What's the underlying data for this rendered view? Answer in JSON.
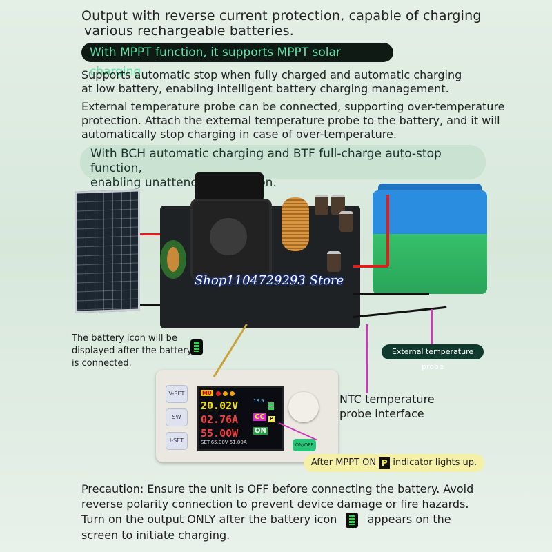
{
  "headline": [
    "Output with reverse current protection, capable of charging",
    "various rechargeable batteries."
  ],
  "mppt_pill": "With MPPT function, it supports MPPT solar charging",
  "auto_stop": [
    "Supports automatic stop when fully charged and automatic charging",
    "at low battery, enabling intelligent battery charging management."
  ],
  "temp_probe_text": [
    "External temperature probe can be connected, supporting over-temperature",
    "protection. Attach the external temperature probe to the battery, and it will",
    "automatically stop charging in case of over-temperature."
  ],
  "bch_pill": [
    "With BCH automatic charging and BTF full-charge auto-stop function,",
    "enabling unattended operation."
  ],
  "watermark": "Shop1104729293 Store",
  "battery_icon_note": [
    "The battery icon will be",
    "displayed after the battery",
    "is connected."
  ],
  "ext_probe_label": "External temperature probe",
  "ntc_label": [
    "NTC temperature",
    "probe interface"
  ],
  "controller": {
    "buttons": [
      "V-SET",
      "SW",
      "I-SET"
    ],
    "mode": "M0",
    "voltage": "20.02V",
    "current": "02.76A",
    "power": "55.00W",
    "cc_badge": "CC",
    "on_badge": "ON",
    "temp_value": "18.9",
    "set_line": "SET:65.00V 51.00A",
    "onoff_label": "ON/OFF"
  },
  "mppt_note": {
    "before": "After MPPT ON",
    "p": "P",
    "after": "indicator lights up."
  },
  "precaution": {
    "line1": "Precaution: Ensure the unit is OFF before connecting the battery. Avoid",
    "line2": "reverse polarity connection to prevent device damage or fire hazards.",
    "line3_a": "Turn on the output ONLY after the battery icon",
    "line3_b": "appears on the",
    "line4": "screen to initiate charging."
  },
  "colors": {
    "pill_dark_bg": "#0f1a14",
    "pill_dark_text": "#62e0a8",
    "pill_light_bg": "#c9e2d2",
    "note_bg": "#f5f0a8",
    "probe_wire": "#c93ab7"
  }
}
